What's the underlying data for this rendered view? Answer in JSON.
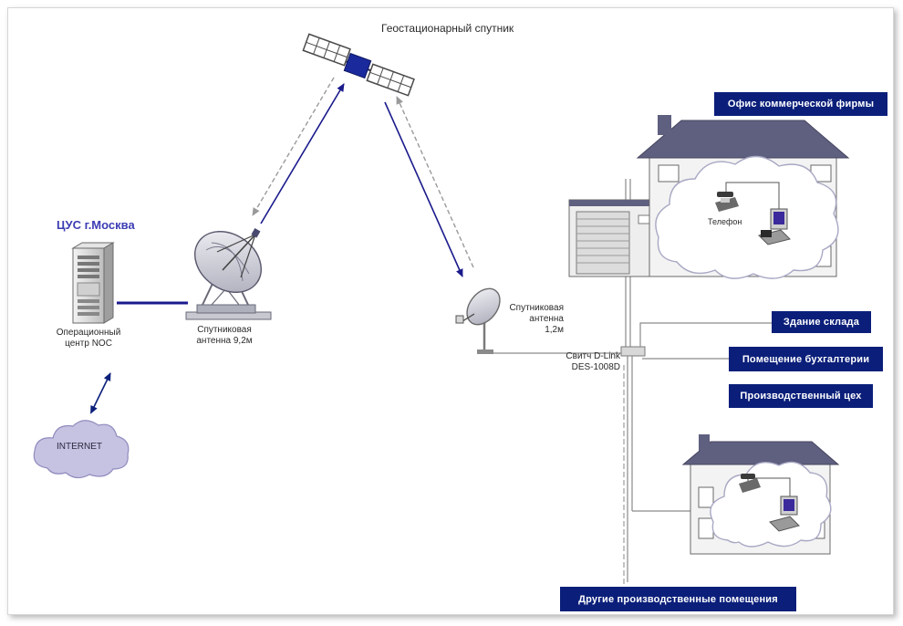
{
  "satellite_label": "Геостационарный спутник",
  "noc": {
    "title": "ЦУС г.Москва",
    "server_label_1": "Операционный",
    "server_label_2": "центр NOC"
  },
  "big_antenna": {
    "line1": "Спутниковая",
    "line2": "антенна 9,2м"
  },
  "small_antenna": {
    "line1": "Спутниковая",
    "line2": "антенна",
    "line3": "1,2м"
  },
  "switch": {
    "line1": "Свитч D-Link",
    "line2": "DES-1008D"
  },
  "internet_label": "INTERNET",
  "phone_label": "Телефон",
  "boxes": {
    "office": "Офис коммерческой фирмы",
    "warehouse": "Здание склада",
    "accounting": "Помещение бухгалтерии",
    "workshop": "Производственный цех",
    "others": "Другие производственные помещения"
  },
  "colors": {
    "navy": "#0b1f7a",
    "link": "#1a1a8c",
    "roof": "#5f5f80",
    "cloud": "#c3c3e0",
    "title": "#3c3cb4"
  }
}
